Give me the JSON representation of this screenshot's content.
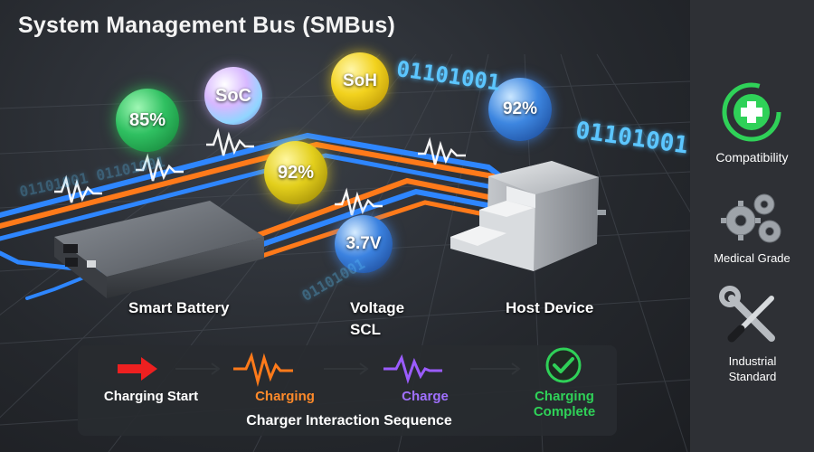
{
  "title": "System Management Bus (SMBus)",
  "bubbles": {
    "b85": "85%",
    "soc": "SoC",
    "soh": "SoH",
    "b92_right": "92%",
    "b92_center": "92%",
    "volt": "3.7V"
  },
  "binary": {
    "top": "01101001",
    "right": "01101001",
    "left_faint": "01101001 01101001",
    "center_faint": "01101001"
  },
  "labels": {
    "smart_battery": "Smart Battery",
    "voltage": "Voltage",
    "scl": "SCL",
    "host_device": "Host Device"
  },
  "sequence": {
    "title": "Charger Interaction Sequence",
    "steps": [
      {
        "label": "Charging Start",
        "color": "#ffffff"
      },
      {
        "label": "Charging",
        "color": "#ff8a2a"
      },
      {
        "label": "Charge",
        "color": "#a070ff"
      },
      {
        "label": "Charging Complete",
        "color": "#2fd158"
      }
    ]
  },
  "sidebar": {
    "items": [
      {
        "label": "Compatibility",
        "icon": "medical-cross-icon"
      },
      {
        "label": "Medical Grade",
        "icon": "gears-icon"
      },
      {
        "label": "Industrial Standard",
        "icon": "wrench-screwdriver-icon"
      }
    ]
  },
  "colors": {
    "wire_blue": "#2e86ff",
    "wire_orange": "#ff7a1a",
    "accent_green": "#2fd158",
    "binary_blue": "#5cc6ff"
  }
}
